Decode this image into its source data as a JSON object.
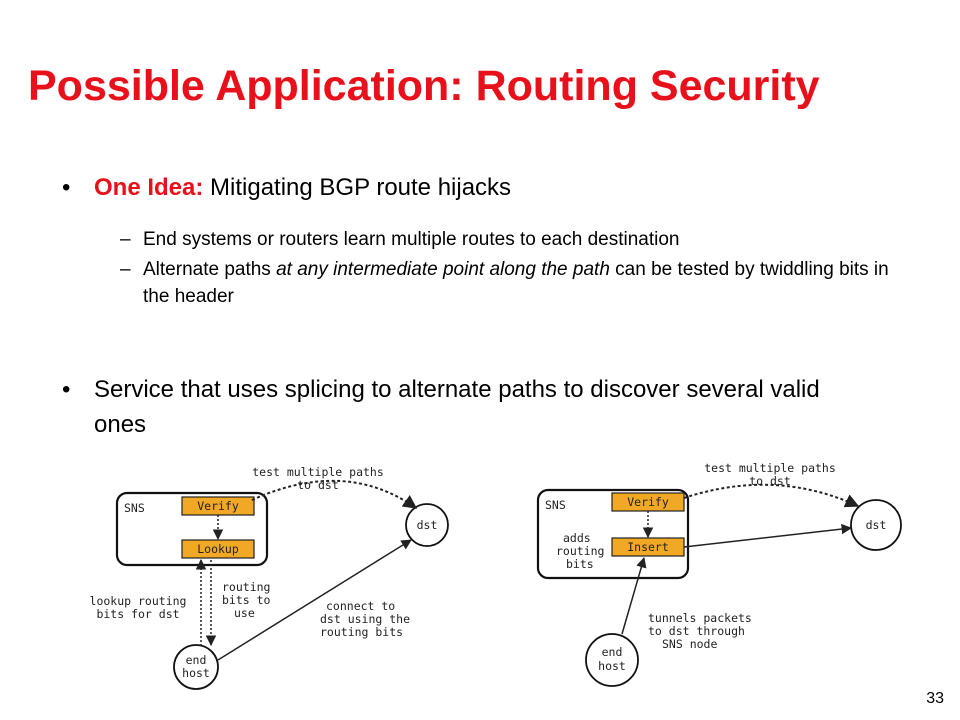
{
  "slide": {
    "title": "Possible Application: Routing Security",
    "bullet1": {
      "lead": "One Idea:",
      "text": " Mitigating BGP route hijacks",
      "subs": [
        "End systems or routers learn multiple routes to each destination",
        {
          "pre": "Alternate paths ",
          "em": "at any intermediate point along the path",
          "post": " can be tested by twiddling bits in the header"
        }
      ]
    },
    "bullet2": "Service that uses splicing to alternate paths to discover several valid ones",
    "page_number": "33"
  },
  "diagram_left": {
    "sns": "SNS",
    "verify": "Verify",
    "lookup": "Lookup",
    "dst": "dst",
    "end_host": [
      "end",
      "host"
    ],
    "test_paths": [
      "test multiple paths",
      "to dst"
    ],
    "lookup_bits": [
      "lookup routing",
      "bits for dst"
    ],
    "routing_bits": [
      "routing",
      "bits to",
      "use"
    ],
    "connect": [
      "connect to",
      "dst using the",
      "routing bits"
    ]
  },
  "diagram_right": {
    "sns": "SNS",
    "verify": "Verify",
    "insert": "Insert",
    "dst": "dst",
    "end_host": [
      "end",
      "host"
    ],
    "test_paths": [
      "test multiple paths",
      "to dst"
    ],
    "adds_bits": [
      "adds",
      "routing",
      "bits"
    ],
    "tunnels": [
      "tunnels packets",
      "to dst through",
      "SNS node"
    ]
  },
  "colors": {
    "title": "#e8101a",
    "box_fill": "#f0a825"
  }
}
